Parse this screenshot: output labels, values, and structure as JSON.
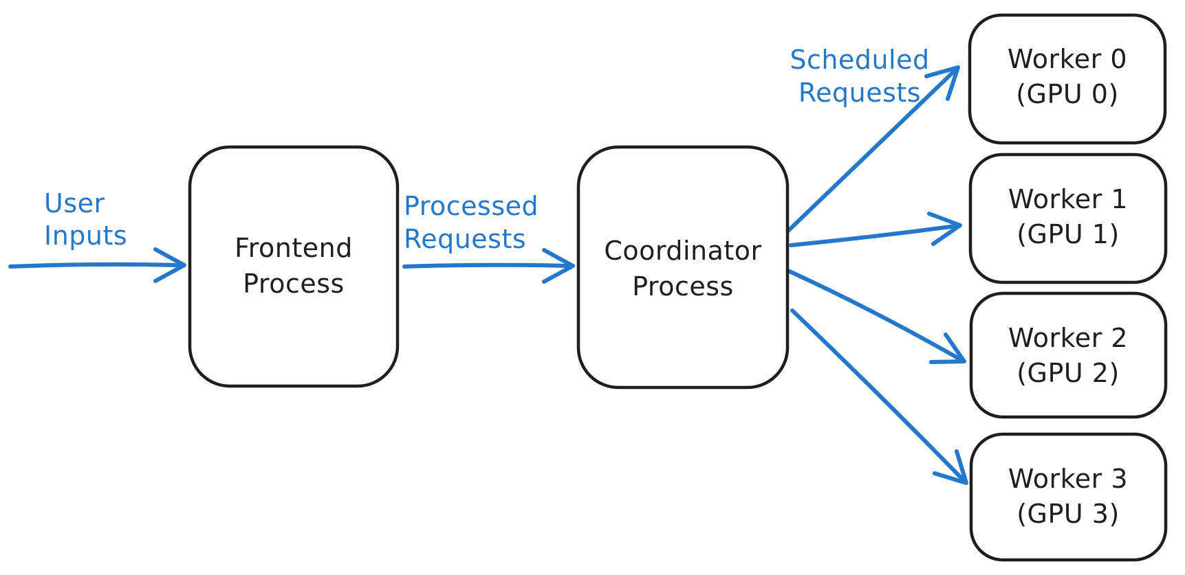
{
  "diagram": {
    "title": "inference-serving-architecture",
    "colors": {
      "background": "#ffffff",
      "node_stroke": "#1e1e1e",
      "node_text": "#1e1e1e",
      "flow_accent": "#2478cc"
    },
    "nodes": {
      "frontend": {
        "lines": [
          "Frontend",
          "Process"
        ]
      },
      "coordinator": {
        "lines": [
          "Coordinator",
          "Process"
        ]
      },
      "workers": [
        {
          "lines": [
            "Worker 0",
            "(GPU 0)"
          ]
        },
        {
          "lines": [
            "Worker 1",
            "(GPU 1)"
          ]
        },
        {
          "lines": [
            "Worker 2",
            "(GPU 2)"
          ]
        },
        {
          "lines": [
            "Worker 3",
            "(GPU 3)"
          ]
        }
      ]
    },
    "edge_labels": {
      "user_inputs": {
        "lines": [
          "User",
          "Inputs"
        ]
      },
      "processed_requests": {
        "lines": [
          "Processed",
          "Requests"
        ]
      },
      "scheduled_requests": {
        "lines": [
          "Scheduled",
          "Requests"
        ]
      }
    }
  }
}
